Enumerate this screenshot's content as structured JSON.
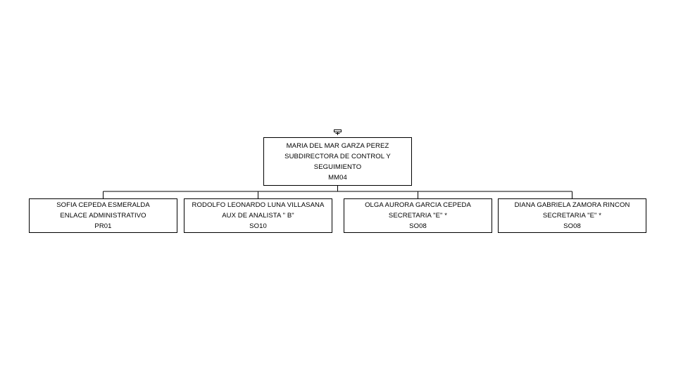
{
  "root": {
    "name": "MARIA DEL MAR GARZA PEREZ",
    "position": "SUBDIRECTORA DE CONTROL Y SEGUIMIENTO",
    "code": "MM04"
  },
  "children": [
    {
      "name": "SOFIA CEPEDA ESMERALDA",
      "position": "ENLACE ADMINISTRATIVO",
      "code": "PR01"
    },
    {
      "name": "RODOLFO LEONARDO LUNA VILLASANA",
      "position": "AUX DE ANALISTA \" B\"",
      "code": "SO10"
    },
    {
      "name": "OLGA AURORA GARCIA CEPEDA",
      "position": "SECRETARIA \"E\" *",
      "code": "SO08"
    },
    {
      "name": "DIANA GABRIELA ZAMORA RINCON",
      "position": "SECRETARIA \"E\" *",
      "code": "SO08"
    }
  ]
}
